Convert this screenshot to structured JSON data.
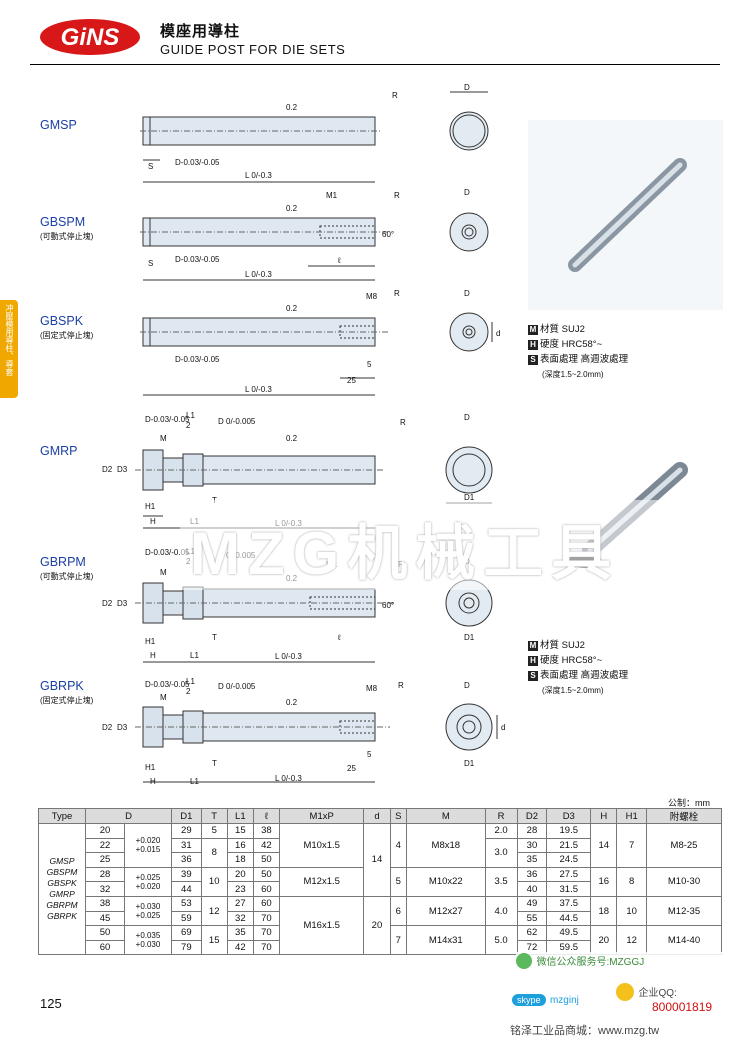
{
  "header": {
    "logo_text": "GiNS",
    "title_cn": "模座用導柱",
    "title_en": "GUIDE POST FOR DIE SETS"
  },
  "side_tab": "冲壓模用導柱、導套",
  "variants": [
    {
      "code": "GMSP",
      "sub": ""
    },
    {
      "code": "GBSPM",
      "sub": "(可動式停止塊)"
    },
    {
      "code": "GBSPK",
      "sub": "(固定式停止塊)"
    },
    {
      "code": "GMRP",
      "sub": ""
    },
    {
      "code": "GBRPM",
      "sub": "(可動式停止塊)"
    },
    {
      "code": "GBRPK",
      "sub": "(固定式停止塊)"
    }
  ],
  "dims": {
    "tol02": "0.2",
    "R": "R",
    "D": "D",
    "S": "S",
    "Dtol": "D-0.03/-0.05",
    "L": "L 0/-0.3",
    "M1": "M1",
    "M8": "M8",
    "deg60": "60°",
    "ell": "ℓ",
    "five": "5",
    "twentyfive": "25",
    "d": "d",
    "D1": "D1",
    "D2": "D2",
    "D3": "D3",
    "H": "H",
    "H1": "H1",
    "L1": "L1",
    "T": "T",
    "two": "2",
    "M": "M",
    "D0005": "D 0/-0.005"
  },
  "material_blocks": [
    {
      "m": "材質  SUJ2",
      "h": "硬度  HRC58°~",
      "s": "表面處理  高週波處理",
      "depth": "(深度1.5~2.0mm)"
    },
    {
      "m": "材質  SUJ2",
      "h": "硬度  HRC58°~",
      "s": "表面處理  高週波處理",
      "depth": "(深度1.5~2.0mm)"
    }
  ],
  "material_letters": [
    "M",
    "H",
    "S"
  ],
  "watermark": "MZG机械工具",
  "unit_note": "公制：mm",
  "table": {
    "headers": [
      "Type",
      "D",
      "D1",
      "T",
      "L1",
      "ℓ",
      "M1xP",
      "d",
      "S",
      "M",
      "R",
      "D2",
      "D3",
      "H",
      "H1",
      "附螺栓"
    ],
    "types": [
      "GMSP",
      "GBSPM",
      "GBSPK",
      "GMRP",
      "GBRPM",
      "GBRPK"
    ],
    "D": [
      "20",
      "22",
      "25",
      "28",
      "32",
      "38",
      "45",
      "50",
      "60"
    ],
    "Dtol": [
      "+0.020\n+0.015",
      "+0.025\n+0.020",
      "+0.030\n+0.025",
      "+0.035\n+0.030"
    ],
    "D1": [
      "29",
      "31",
      "36",
      "39",
      "44",
      "53",
      "59",
      "69",
      "79"
    ],
    "T": [
      "5",
      "8",
      "10",
      "12",
      "15"
    ],
    "L1": [
      "15",
      "16",
      "18",
      "20",
      "23",
      "27",
      "32",
      "35",
      "42"
    ],
    "ell": [
      "38",
      "42",
      "50",
      "50",
      "60",
      "60",
      "70",
      "70",
      "70"
    ],
    "M1xP": [
      "M10x1.5",
      "M12x1.5",
      "M16x1.5"
    ],
    "d": [
      "14",
      "20"
    ],
    "S": [
      "4",
      "5",
      "6",
      "7"
    ],
    "M": [
      "M8x18",
      "M10x22",
      "M12x27",
      "M14x31"
    ],
    "R": [
      "2.0",
      "3.0",
      "3.5",
      "4.0",
      "5.0"
    ],
    "D2": [
      "28",
      "30",
      "35",
      "36",
      "40",
      "49",
      "55",
      "62",
      "72"
    ],
    "D3": [
      "19.5",
      "21.5",
      "24.5",
      "27.5",
      "31.5",
      "37.5",
      "44.5",
      "49.5",
      "59.5"
    ],
    "H": [
      "14",
      "16",
      "18",
      "20"
    ],
    "H1": [
      "7",
      "8",
      "10",
      "12"
    ],
    "bolt": [
      "M8-25",
      "M10-30",
      "M12-35",
      "M14-40"
    ]
  },
  "page_number": "125",
  "footer": {
    "wechat": "微信公众服务号:MZGGJ",
    "skype": "mzginj",
    "qq_label": "企业QQ:",
    "qq": "800001819",
    "mall": "铭泽工业品商城：www.mzg.tw"
  }
}
